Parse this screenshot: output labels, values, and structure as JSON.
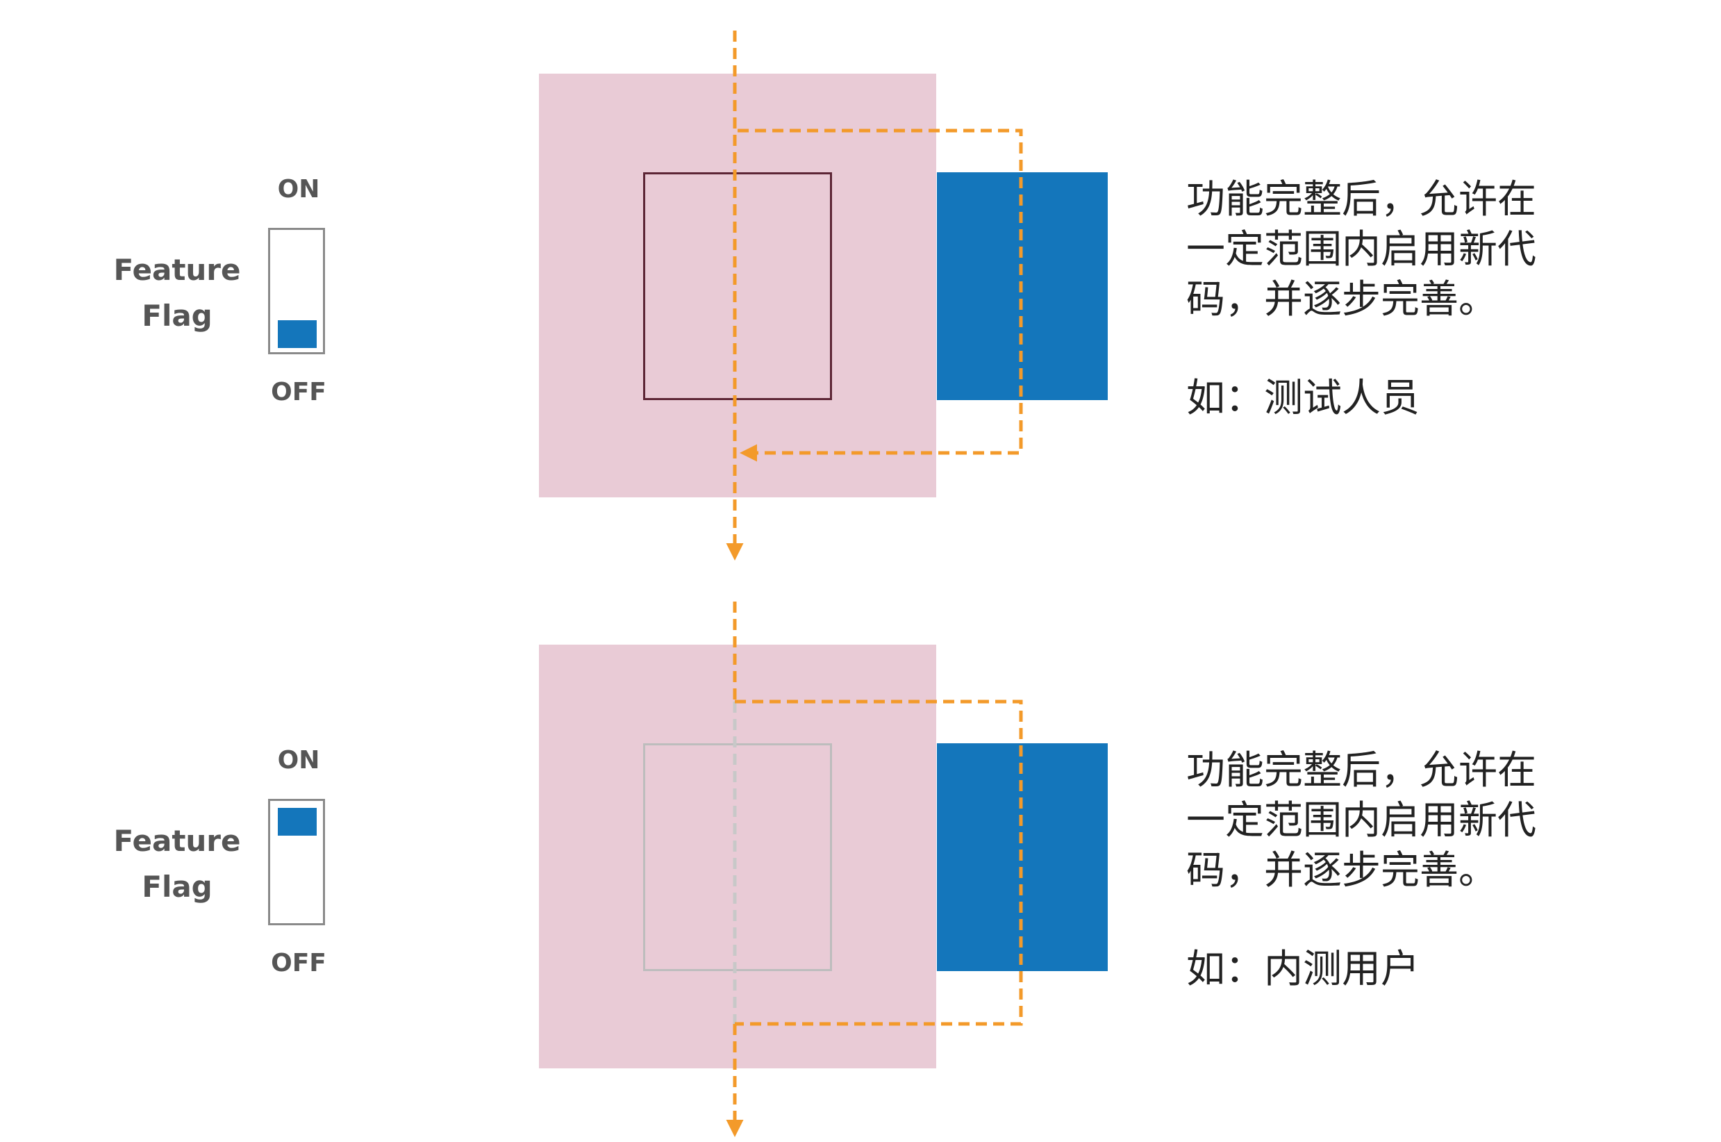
{
  "colors": {
    "feature_area": "#e9cbd6",
    "blue_block": "#1476bb",
    "flow_arrow": "#f39a2a",
    "inner_box_active": "#5c2535",
    "inner_box_inactive": "#bdbdbd",
    "label_text": "#555555"
  },
  "panels": [
    {
      "flag_label_line1": "Feature",
      "flag_label_line2": "Flag",
      "switch_on_label": "ON",
      "switch_off_label": "OFF",
      "switch_state": "off",
      "description_line1": "功能完整后，允许在",
      "description_line2": "一定范围内启用新代",
      "description_line3": "码，并逐步完善。",
      "example": "如：测试人员"
    },
    {
      "flag_label_line1": "Feature",
      "flag_label_line2": "Flag",
      "switch_on_label": "ON",
      "switch_off_label": "OFF",
      "switch_state": "on",
      "description_line1": "功能完整后，允许在",
      "description_line2": "一定范围内启用新代",
      "description_line3": "码，并逐步完善。",
      "example": "如：内测用户"
    }
  ]
}
